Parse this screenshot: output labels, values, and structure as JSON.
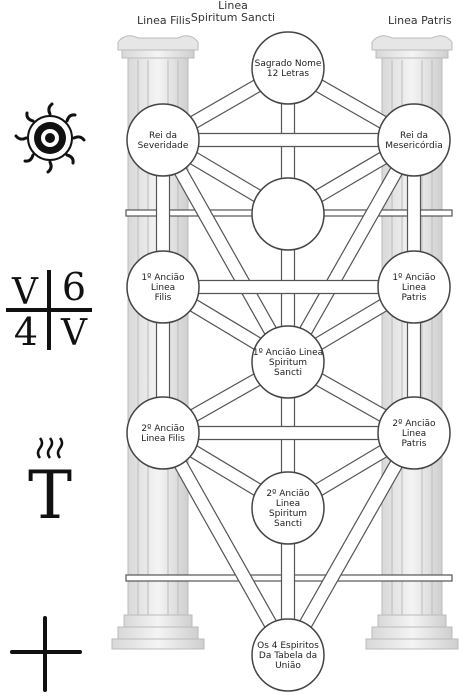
{
  "titles": {
    "left": "Linea Filis",
    "center_line1": "Linea",
    "center_line2": "Spiritum Sancti",
    "right": "Linea Patris"
  },
  "nodes": [
    {
      "id": "sagrado-nome",
      "lines": [
        "Sagrado Nome",
        "12 Letras"
      ]
    },
    {
      "id": "rei-severidade",
      "lines": [
        "Rei da",
        "Severidade"
      ]
    },
    {
      "id": "rei-misericordia",
      "lines": [
        "Rei da",
        "Mesericórdia"
      ]
    },
    {
      "id": "hidden-center",
      "lines": []
    },
    {
      "id": "anciao1-filis",
      "lines": [
        "1º Ancião",
        "Linea",
        "Filis"
      ]
    },
    {
      "id": "anciao1-patris",
      "lines": [
        "1º Ancião",
        "Linea",
        "Patris"
      ]
    },
    {
      "id": "anciao1-spiritum",
      "lines": [
        "1º Ancião Linea",
        "Spiritum",
        "Sancti"
      ]
    },
    {
      "id": "anciao2-filis",
      "lines": [
        "2º Ancião",
        "Linea Filis"
      ]
    },
    {
      "id": "anciao2-patris",
      "lines": [
        "2º Ancião",
        "Linea",
        "Patris"
      ]
    },
    {
      "id": "anciao2-spiritum",
      "lines": [
        "2º Ancião",
        "Linea",
        "Spiritum",
        "Sancti"
      ]
    },
    {
      "id": "espiritos",
      "lines": [
        "Os 4 Espiritos",
        "Da Tabela da",
        "União"
      ]
    }
  ],
  "symbols": {
    "fraction_tl": "V",
    "fraction_tr": "6",
    "fraction_bl": "4",
    "fraction_br": "V",
    "tau": "T",
    "sun_icon": "sun-eye-icon",
    "cross_icon": "cross-icon"
  }
}
